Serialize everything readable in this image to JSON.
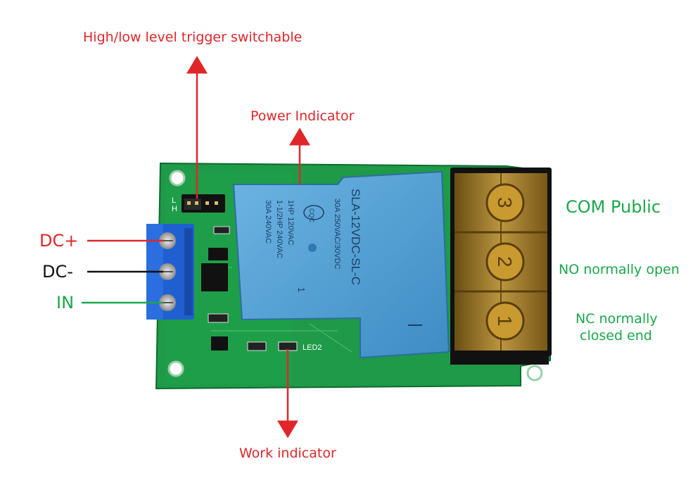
{
  "annotations": {
    "trigger_switch": "High/low level trigger switchable",
    "power_indicator": "Power Indicator",
    "work_indicator": "Work indicator",
    "dc_plus": "DC+",
    "dc_minus": "DC-",
    "in": "IN",
    "com": "COM Public",
    "no": "NO normally open",
    "nc_line1": "NC normally",
    "nc_line2": "closed end"
  },
  "board": {
    "jumper_mark_h": "H",
    "jumper_mark_l": "L",
    "led_label": "LED2",
    "relay_model": "SLA-12VDC-SL-C",
    "relay_rating_1": "30A 250VAC/30VDC",
    "relay_rating_2": "1HP 120VAC",
    "relay_rating_3": "1-1/2HP 240VAC",
    "relay_rating_4": "30A 240VAC",
    "relay_brand": "CQC",
    "relay_pin": "1",
    "terminal_1": "1",
    "terminal_2": "2",
    "terminal_3": "3"
  },
  "colors": {
    "annotation_red": "#e0262a",
    "annotation_green": "#1aa84a",
    "pcb_green": "#1e9a48",
    "relay_blue": "#5aa8d8",
    "terminal_blue": "#1f5fd0",
    "terminal_amber": "#c89a30"
  }
}
